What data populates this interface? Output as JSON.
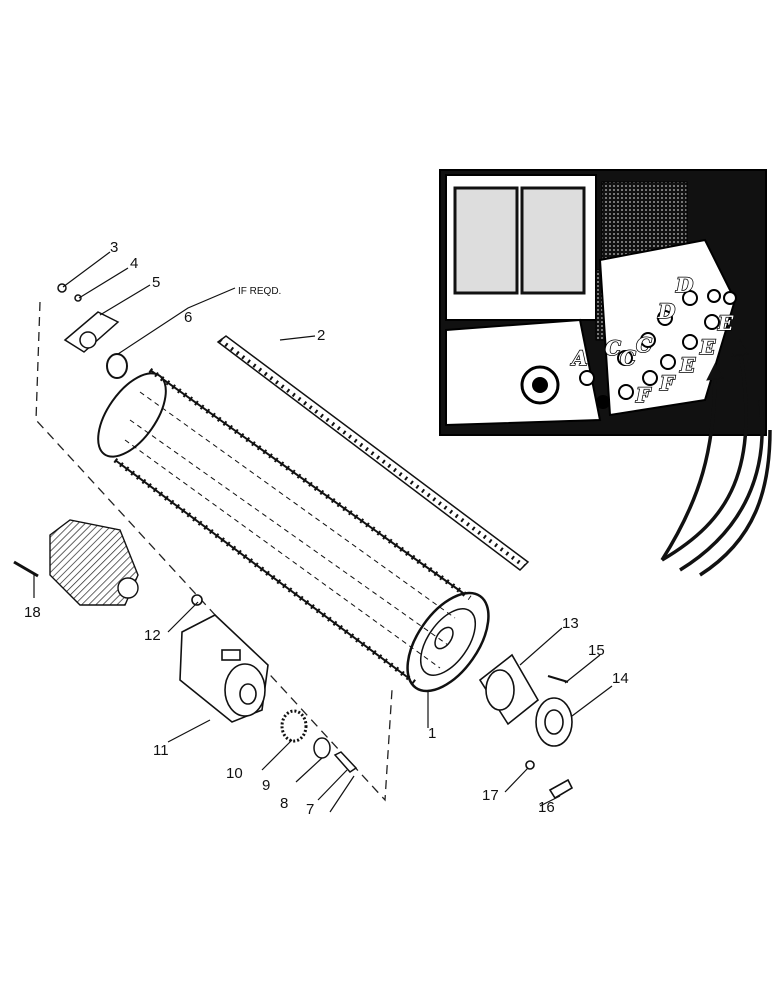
{
  "diagram": {
    "part_labels": {
      "p1": "1",
      "p2": "2",
      "p3": "3",
      "p4": "4",
      "p5": "5",
      "p6": "6",
      "p7": "7",
      "p8": "8",
      "p9": "9",
      "p10": "10",
      "p11": "11",
      "p12": "12",
      "p13": "13",
      "p14": "14",
      "p15": "15",
      "p16": "16",
      "p17": "17",
      "p18": "18"
    },
    "note_if_reqd": "IF REQD.",
    "inset": {
      "letters": {
        "a": "A",
        "c1": "C",
        "c2": "C",
        "c3": "C",
        "d1": "D",
        "d2": "D",
        "e1": "E",
        "e2": "E",
        "e3": "E",
        "f1": "F",
        "f2": "F"
      }
    }
  }
}
